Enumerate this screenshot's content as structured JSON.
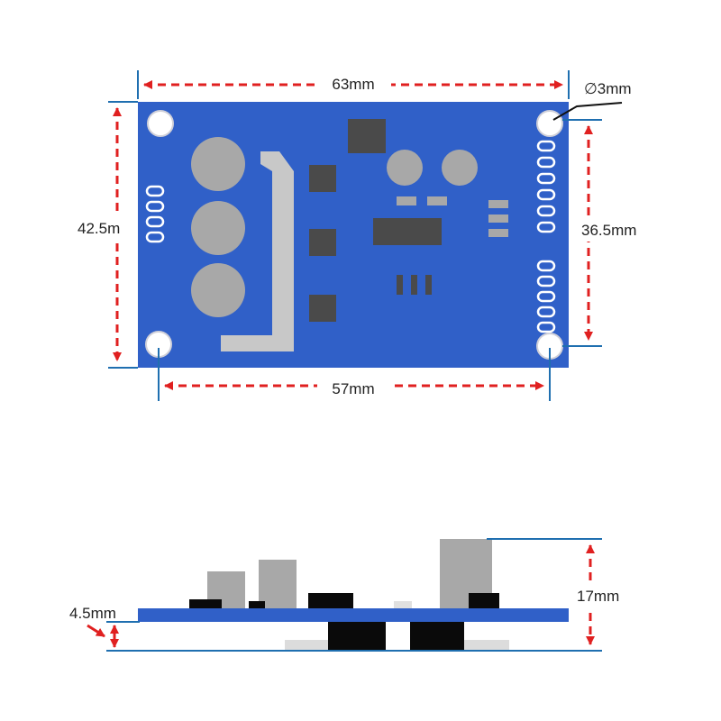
{
  "colors": {
    "board": "#3060c8",
    "component_gray": "#a8a8a8",
    "component_dark": "#4a4a4a",
    "component_black": "#0a0a0a",
    "pad_light": "#c8c8d0",
    "dimension_arrow": "#e02020",
    "extension_line": "#1f6fb0",
    "leader_line": "#111111"
  },
  "top_view": {
    "board_width_label": "63mm",
    "board_height_label": "42.5m",
    "hole_spacing_x_label": "57mm",
    "hole_spacing_y_label": "36.5mm",
    "hole_diameter_label": "∅3mm"
  },
  "side_view": {
    "total_height_label": "17mm",
    "bottom_height_label": "4.5mm"
  }
}
